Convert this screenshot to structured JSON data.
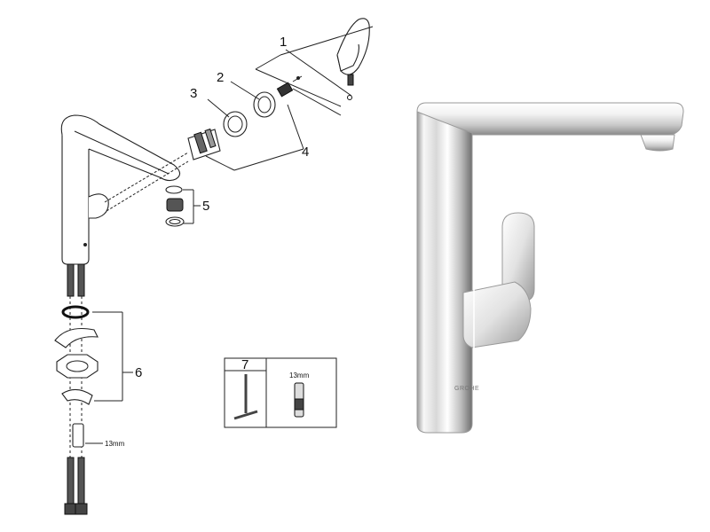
{
  "callouts": {
    "c1": "1",
    "c2": "2",
    "c3": "3",
    "c4": "4",
    "c5": "5",
    "c6": "6",
    "c7": "7"
  },
  "dimensions": {
    "wrench_left": "13mm",
    "wrench_box": "13mm"
  },
  "brand": {
    "logo": "GROHE"
  },
  "colors": {
    "line": "#222222",
    "chrome_light": "#f4f4f4",
    "chrome_dark": "#6e6e6e"
  }
}
